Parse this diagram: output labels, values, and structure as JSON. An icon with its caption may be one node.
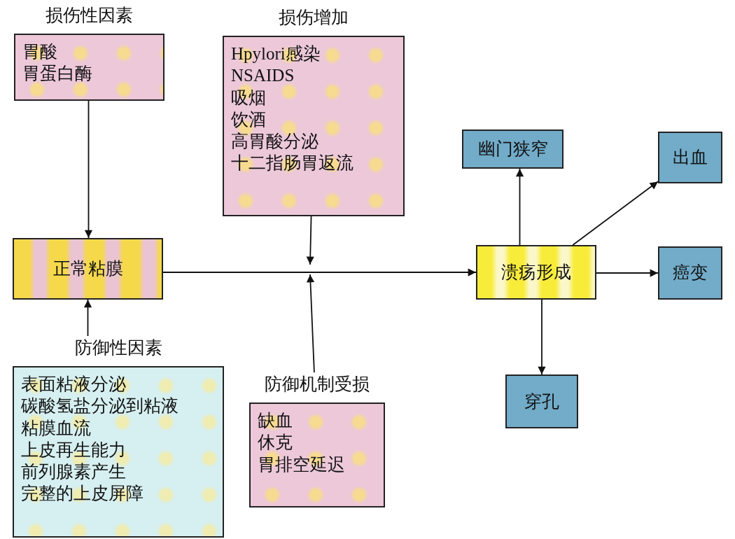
{
  "diagram": {
    "nodes": [
      {
        "text": [
          "损伤性因素",
          "胃酸",
          "胃蛋白酶"
        ]
      },
      {
        "text": [
          "损伤增加",
          "Hpylori感染",
          "NSAIDS",
          "吸烟",
          "饮酒",
          "高胃酸分泌",
          "十二指肠胃返流"
        ]
      },
      {
        "text": [
          "正常粘膜"
        ]
      },
      {
        "text": [
          "防御性因素",
          "表面粘液分泌",
          "碳酸氢盐分泌到粘液",
          "粘膜血流",
          "上皮再生能力",
          "前列腺素产生",
          "完整的上皮屏障"
        ]
      },
      {
        "text": [
          "防御机制受损",
          "缺血",
          "休克",
          "胃排空延迟"
        ]
      },
      {
        "text": [
          "溃疡形成"
        ]
      },
      {
        "text": [
          "幽门狭窄"
        ]
      },
      {
        "text": [
          "出血"
        ]
      },
      {
        "text": [
          "癌变"
        ]
      },
      {
        "text": [
          "穿孔"
        ]
      }
    ],
    "edges": [
      {
        "from": 0,
        "to": 2,
        "arrow": "to"
      },
      {
        "from": 3,
        "to": 2,
        "arrow": "to"
      },
      {
        "from": 2,
        "to": 5,
        "arrow": "to"
      },
      {
        "from": 1,
        "to": null,
        "arrow": "to"
      },
      {
        "from": 4,
        "to": null,
        "arrow": "to"
      },
      {
        "from": 5,
        "to": 6,
        "arrow": "to"
      },
      {
        "from": 5,
        "to": 7,
        "arrow": "to"
      },
      {
        "from": 5,
        "to": 8,
        "arrow": "to"
      },
      {
        "from": 5,
        "to": 9,
        "arrow": "to"
      }
    ]
  }
}
